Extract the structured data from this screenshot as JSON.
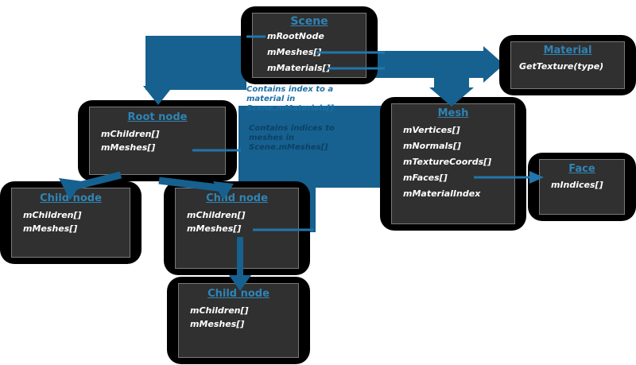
{
  "diagram": {
    "colors": {
      "canvas": "#ffffff",
      "box": "#000000",
      "panel": "#303030",
      "panel_border": "#7a7a7a",
      "title_blue": "#2f84b5",
      "member_white": "#ffffff",
      "arrow_blue": "#16618f",
      "connector_blue": "#2176ad",
      "annotation_blue": "#1d6fa5",
      "annotation_faded": "#0d4066"
    },
    "boxes": [
      {
        "id": "scene",
        "title": "Scene",
        "members": [
          "mRootNode",
          "mMeshes[]",
          "mMaterials[]"
        ]
      },
      {
        "id": "material",
        "title": "Material",
        "members": [
          "GetTexture(type)"
        ]
      },
      {
        "id": "mesh",
        "title": "Mesh",
        "members": [
          "mVertices[]",
          "mNormals[]",
          "mTextureCoords[]",
          "mFaces[]",
          "mMaterialIndex"
        ]
      },
      {
        "id": "face",
        "title": "Face",
        "members": [
          "mIndices[]"
        ]
      },
      {
        "id": "root-node",
        "title": "Root node",
        "members": [
          "mChildren[]",
          "mMeshes[]"
        ]
      },
      {
        "id": "child-node-1",
        "title": "Child node",
        "members": [
          "mChildren[]",
          "mMeshes[]"
        ]
      },
      {
        "id": "child-node-2",
        "title": "Child node",
        "members": [
          "mChildren[]",
          "mMeshes[]"
        ]
      },
      {
        "id": "child-node-3",
        "title": "Child node",
        "members": [
          "mChildren[]",
          "mMeshes[]"
        ]
      }
    ],
    "annotations": [
      {
        "id": "material-index-note",
        "text": "Contains index to a material in Scene.mMaterials[]"
      },
      {
        "id": "mesh-index-note",
        "text": "Contains indices to meshes in Scene.mMeshes[]"
      }
    ]
  }
}
